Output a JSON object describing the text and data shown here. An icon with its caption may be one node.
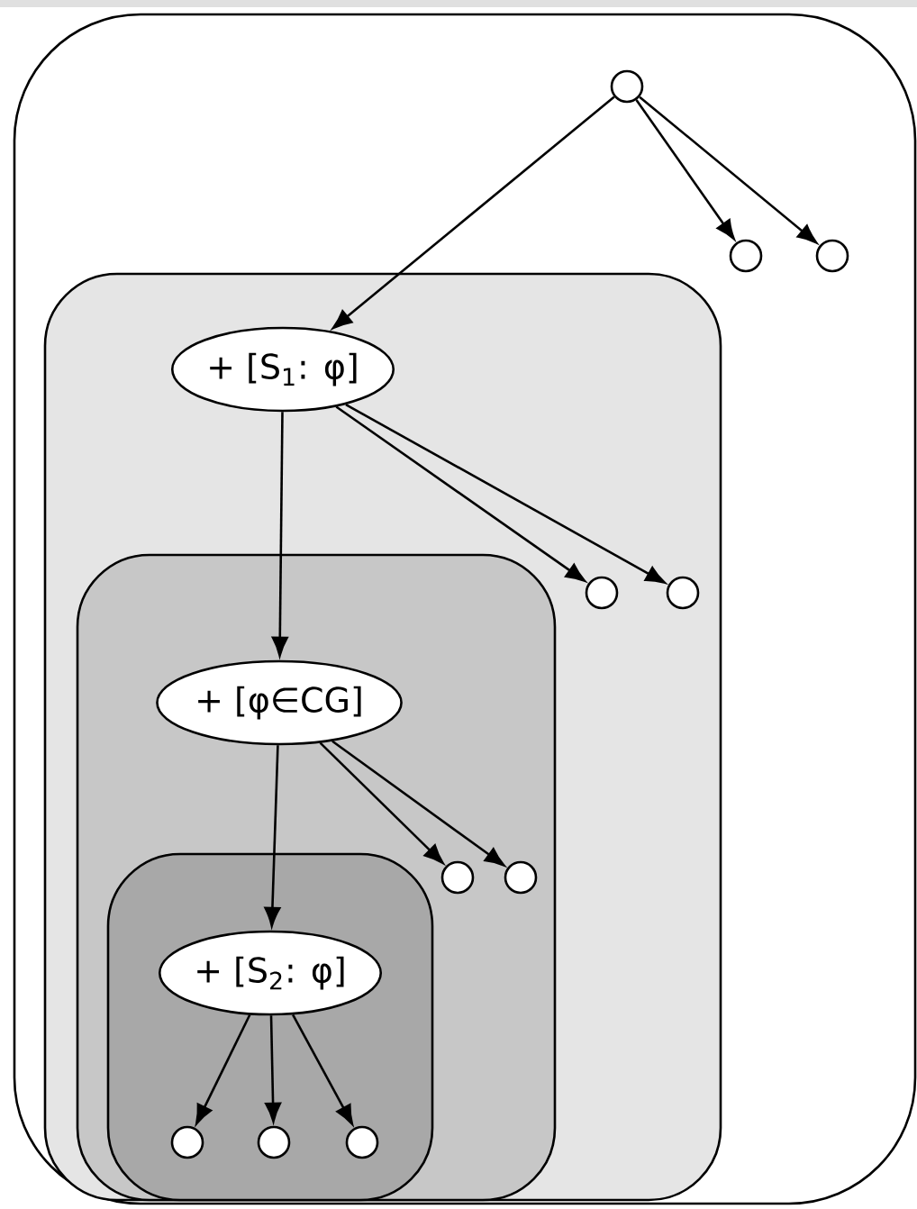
{
  "diagram": {
    "nodes": [
      {
        "text": [],
        "shape": "box"
      },
      {
        "text": [],
        "shape": "circle",
        "in": 0
      },
      {
        "text": [],
        "shape": "circle",
        "in": 0
      },
      {
        "text": [],
        "shape": "circle",
        "in": 0
      },
      {
        "text": [],
        "shape": "box",
        "in": 0
      },
      {
        "text": [
          "+ [S$_{1}$: φ]"
        ],
        "in": 4
      },
      {
        "text": [],
        "shape": "circle",
        "in": 4
      },
      {
        "text": [],
        "shape": "circle",
        "in": 4
      },
      {
        "text": [],
        "shape": "box",
        "in": 4
      },
      {
        "text": [
          "+ [φ∈CG]"
        ],
        "in": 8
      },
      {
        "text": [],
        "shape": "circle",
        "in": 8
      },
      {
        "text": [],
        "shape": "circle",
        "in": 8
      },
      {
        "text": [],
        "shape": "box",
        "in": 8
      },
      {
        "text": [
          "+ [S$_{2}$: φ]"
        ],
        "in": 12
      },
      {
        "text": [],
        "shape": "circle",
        "in": 12
      },
      {
        "text": [],
        "shape": "circle",
        "in": 12
      },
      {
        "text": [],
        "shape": "circle",
        "in": 12
      }
    ],
    "edges": [
      {
        "from": 1,
        "to": 5,
        "arrow": "to"
      },
      {
        "from": 1,
        "to": 2,
        "arrow": "to"
      },
      {
        "from": 1,
        "to": 3,
        "arrow": "to"
      },
      {
        "from": 5,
        "to": 9,
        "arrow": "to"
      },
      {
        "from": 5,
        "to": 6,
        "arrow": "to"
      },
      {
        "from": 5,
        "to": 7,
        "arrow": "to"
      },
      {
        "from": 9,
        "to": 13,
        "arrow": "to"
      },
      {
        "from": 9,
        "to": 10,
        "arrow": "to"
      },
      {
        "from": 9,
        "to": 11,
        "arrow": "to"
      },
      {
        "from": 13,
        "to": 14,
        "arrow": "to"
      },
      {
        "from": 13,
        "to": 15,
        "arrow": "to"
      },
      {
        "from": 13,
        "to": 16,
        "arrow": "to"
      }
    ]
  }
}
